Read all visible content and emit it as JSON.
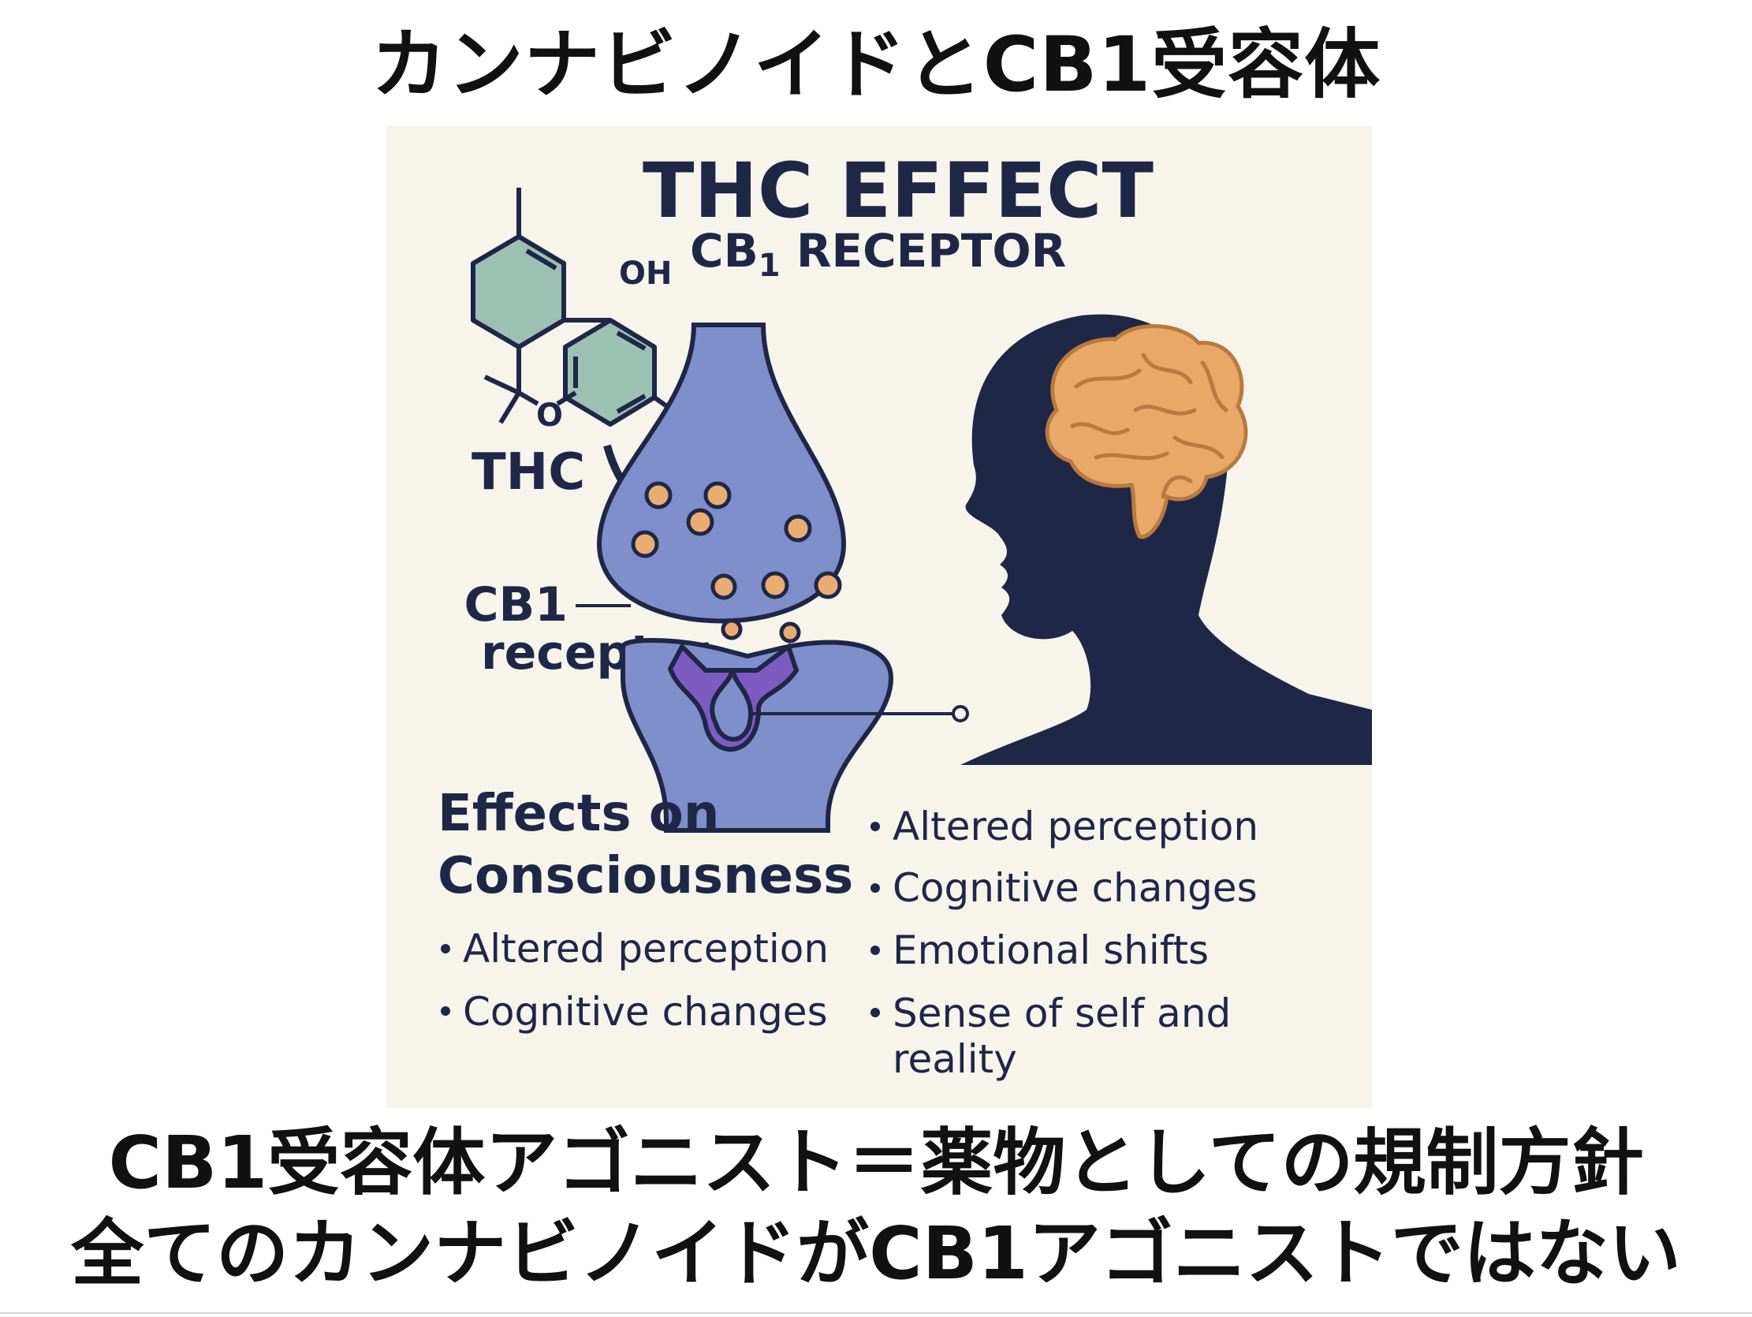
{
  "slide_title": "カンナビノイドとCB1受容体",
  "infographic": {
    "heading": "THC EFFECT",
    "subheading_prefix": "CB",
    "subheading_subscript": "1",
    "subheading_suffix": " RECEPTOR",
    "molecule_label": "THC",
    "oh_label": "OH",
    "o_label": "O",
    "receptor_label_line1": "CB1",
    "receptor_label_line2": "receptor",
    "effects_title_line1": "Effects on",
    "effects_title_line2": "Consciousness",
    "left_bullets": [
      "Altered perception",
      "Cognitive changes"
    ],
    "right_bullets": [
      "Altered perception",
      "Cognitive changes",
      "Emotional shifts",
      "Sense of self and",
      "reality"
    ],
    "colors": {
      "background": "#f7f4ec",
      "navy": "#1f2747",
      "receptor_blue": "#7e8fcb",
      "molecule_fill": "#9cc1b3",
      "ligand_purple": "#7d5cc2",
      "brain_orange": "#e8a868",
      "dot_orange": "#e9ad72"
    }
  },
  "caption_line1": "CB1受容体アゴニスト＝薬物としての規制方針",
  "caption_line2": "全てのカンナビノイドがCB1アゴニストではない"
}
